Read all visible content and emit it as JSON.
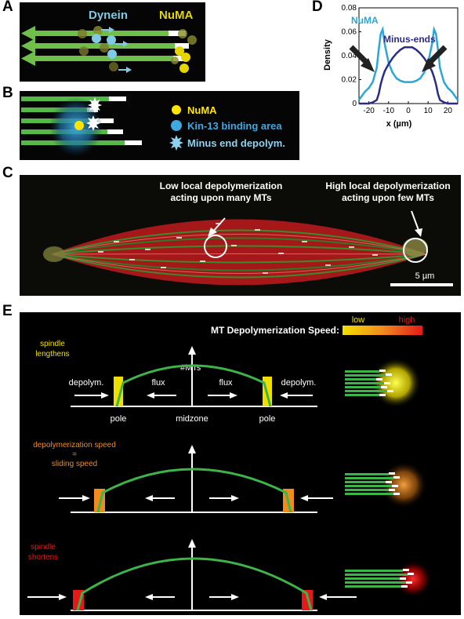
{
  "panels": {
    "a": {
      "letter": "A",
      "dynein_label": "Dynein",
      "numa_label": "NuMA",
      "colors": {
        "background": "#050505",
        "mt": "#6fbf4a",
        "plus_end": "#ffffff",
        "dynein": "#7ecbe3",
        "numa": "#e6d600"
      }
    },
    "b": {
      "letter": "B",
      "legend": [
        {
          "key": "numa",
          "label": "NuMA",
          "color": "#ffe600"
        },
        {
          "key": "kin13",
          "label": "Kin-13 binding area",
          "color": "#3ea8e0"
        },
        {
          "key": "depolym",
          "label": "Minus end depolym.",
          "color": "#8fd2f0"
        }
      ]
    },
    "c": {
      "letter": "C",
      "annotation_left_line1": "Low local depolymerization",
      "annotation_left_line2": "acting upon many MTs",
      "annotation_right_line1": "High local depolymerization",
      "annotation_right_line2": "acting upon few MTs",
      "scalebar_label": "5 µm"
    },
    "d": {
      "letter": "D"
    },
    "e": {
      "letter": "E",
      "speed_title": "MT Depolymerization Speed:",
      "speed_low": "low",
      "speed_high": "high",
      "yaxis_label": "#MTs",
      "row1": {
        "title_line1": "spindle",
        "title_line2": "lengthens",
        "depolym_left": "depolym.",
        "depolym_right": "depolym.",
        "flux_left": "flux",
        "flux_right": "flux",
        "pole_left": "pole",
        "midzone": "midzone",
        "pole_right": "pole",
        "color": "#f0e000"
      },
      "row2": {
        "title_line1": "depolymerization speed",
        "title_line2": "=",
        "title_line3": "sliding speed",
        "color": "#f08c1e"
      },
      "row3": {
        "title_line1": "spindle",
        "title_line2": "shortens",
        "color": "#e41a1a"
      }
    }
  },
  "chart_data": {
    "type": "line",
    "title": "",
    "xlabel": "x (µm)",
    "ylabel": "Density",
    "xlim": [
      -25,
      25
    ],
    "ylim": [
      0,
      0.08
    ],
    "xticks": [
      -20,
      -10,
      0,
      10,
      20
    ],
    "yticks": [
      0,
      0.02,
      0.04,
      0.06,
      0.08
    ],
    "series": [
      {
        "name": "NuMA",
        "color": "#2aa6d8",
        "x": [
          -25,
          -22,
          -20,
          -18,
          -16,
          -15,
          -14,
          -13,
          -12,
          -10,
          -8,
          -6,
          -4,
          -2,
          0,
          2,
          4,
          6,
          8,
          10,
          12,
          13,
          14,
          15,
          16,
          18,
          20,
          22,
          25
        ],
        "y": [
          0.003,
          0.01,
          0.013,
          0.018,
          0.03,
          0.045,
          0.058,
          0.062,
          0.05,
          0.034,
          0.026,
          0.021,
          0.019,
          0.018,
          0.018,
          0.018,
          0.019,
          0.021,
          0.026,
          0.034,
          0.05,
          0.062,
          0.058,
          0.045,
          0.03,
          0.018,
          0.013,
          0.01,
          0.003
        ]
      },
      {
        "name": "Minus-ends",
        "color": "#2b2b88",
        "x": [
          -25,
          -20,
          -18,
          -16,
          -15,
          -14,
          -13,
          -12,
          -10,
          -8,
          -6,
          -4,
          -2,
          0,
          2,
          4,
          6,
          8,
          10,
          12,
          13,
          14,
          15,
          16,
          18,
          20,
          25
        ],
        "y": [
          0,
          0,
          0.001,
          0.003,
          0.008,
          0.016,
          0.022,
          0.027,
          0.033,
          0.038,
          0.042,
          0.045,
          0.047,
          0.047,
          0.047,
          0.045,
          0.042,
          0.038,
          0.033,
          0.027,
          0.022,
          0.016,
          0.008,
          0.003,
          0.001,
          0,
          0
        ]
      }
    ],
    "annotations": [
      "arrow-left-pole",
      "arrow-right-pole"
    ],
    "legend": "inline labels"
  }
}
